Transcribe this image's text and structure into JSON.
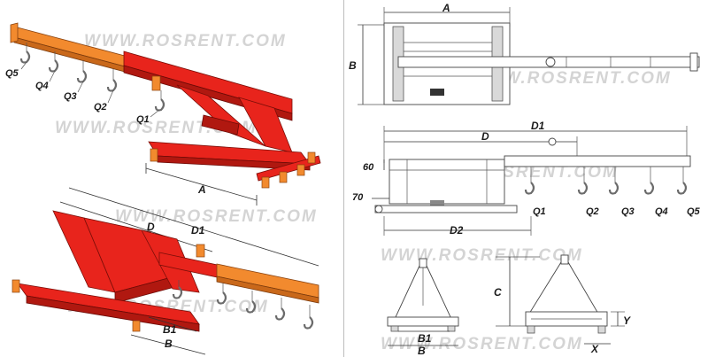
{
  "watermark": "WWW.ROSRENT.COM",
  "labels": {
    "q1": "Q1",
    "q2": "Q2",
    "q3": "Q3",
    "q4": "Q4",
    "q5": "Q5",
    "a": "A",
    "b": "B",
    "b1": "B1",
    "c": "C",
    "d": "D",
    "d1": "D1",
    "d2": "D2",
    "x": "X",
    "y": "Y",
    "dim60": "60",
    "dim70": "70"
  },
  "colors": {
    "frame_red": "#e8241c",
    "boom_orange": "#f28a2e",
    "hook_gray": "#6b6b6b",
    "watermark_gray": "#d4d4d4"
  }
}
